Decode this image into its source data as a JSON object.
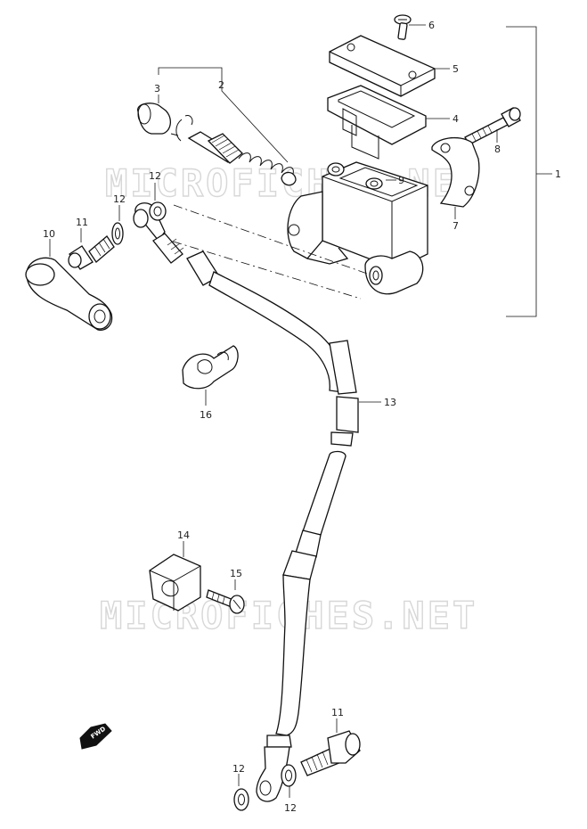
{
  "watermark": "MICROFICHES.NET",
  "fwd_arrow_label": "FWD",
  "callouts": {
    "p1": "1",
    "p2": "2",
    "p3": "3",
    "p4": "4",
    "p5": "5",
    "p6": "6",
    "p7": "7",
    "p8": "8",
    "p9": "9",
    "p10": "10",
    "p11a": "11",
    "p11b": "11",
    "p12a": "12",
    "p12b": "12",
    "p12c": "12",
    "p12d": "12",
    "p13": "13",
    "p14": "14",
    "p15": "15",
    "p16": "16"
  }
}
